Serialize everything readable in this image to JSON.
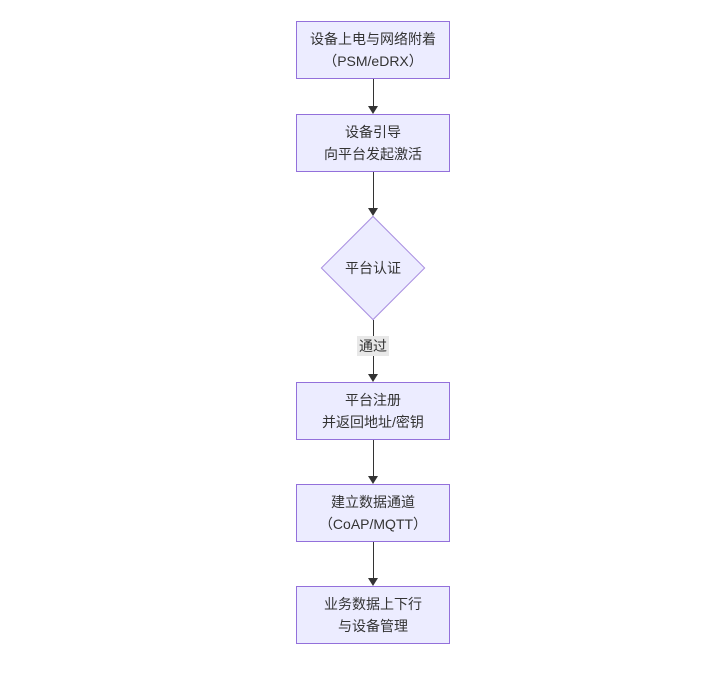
{
  "diagram": {
    "type": "flowchart",
    "direction": "top-down",
    "nodes": [
      {
        "id": "A",
        "shape": "rect",
        "lines": [
          "设备上电与网络附着",
          "（PSM/eDRX）"
        ]
      },
      {
        "id": "B",
        "shape": "rect",
        "lines": [
          "设备引导",
          "向平台发起激活"
        ]
      },
      {
        "id": "C",
        "shape": "diamond",
        "lines": [
          "平台认证"
        ]
      },
      {
        "id": "D",
        "shape": "rect",
        "lines": [
          "平台注册",
          "并返回地址/密钥"
        ]
      },
      {
        "id": "E",
        "shape": "rect",
        "lines": [
          "建立数据通道",
          "（CoAP/MQTT）"
        ]
      },
      {
        "id": "F",
        "shape": "rect",
        "lines": [
          "业务数据上下行",
          "与设备管理"
        ]
      }
    ],
    "edges": [
      {
        "from": "A",
        "to": "B",
        "label": ""
      },
      {
        "from": "B",
        "to": "C",
        "label": ""
      },
      {
        "from": "C",
        "to": "D",
        "label": "通过"
      },
      {
        "from": "D",
        "to": "E",
        "label": ""
      },
      {
        "from": "E",
        "to": "F",
        "label": ""
      }
    ],
    "colors": {
      "node_fill": "#ECECFF",
      "node_border": "#9370DB",
      "diamond_border": "#a98ee0",
      "text": "#333333",
      "edge_line": "#333333",
      "edge_label_bg": "#e8e8e8",
      "background": "#ffffff"
    }
  }
}
